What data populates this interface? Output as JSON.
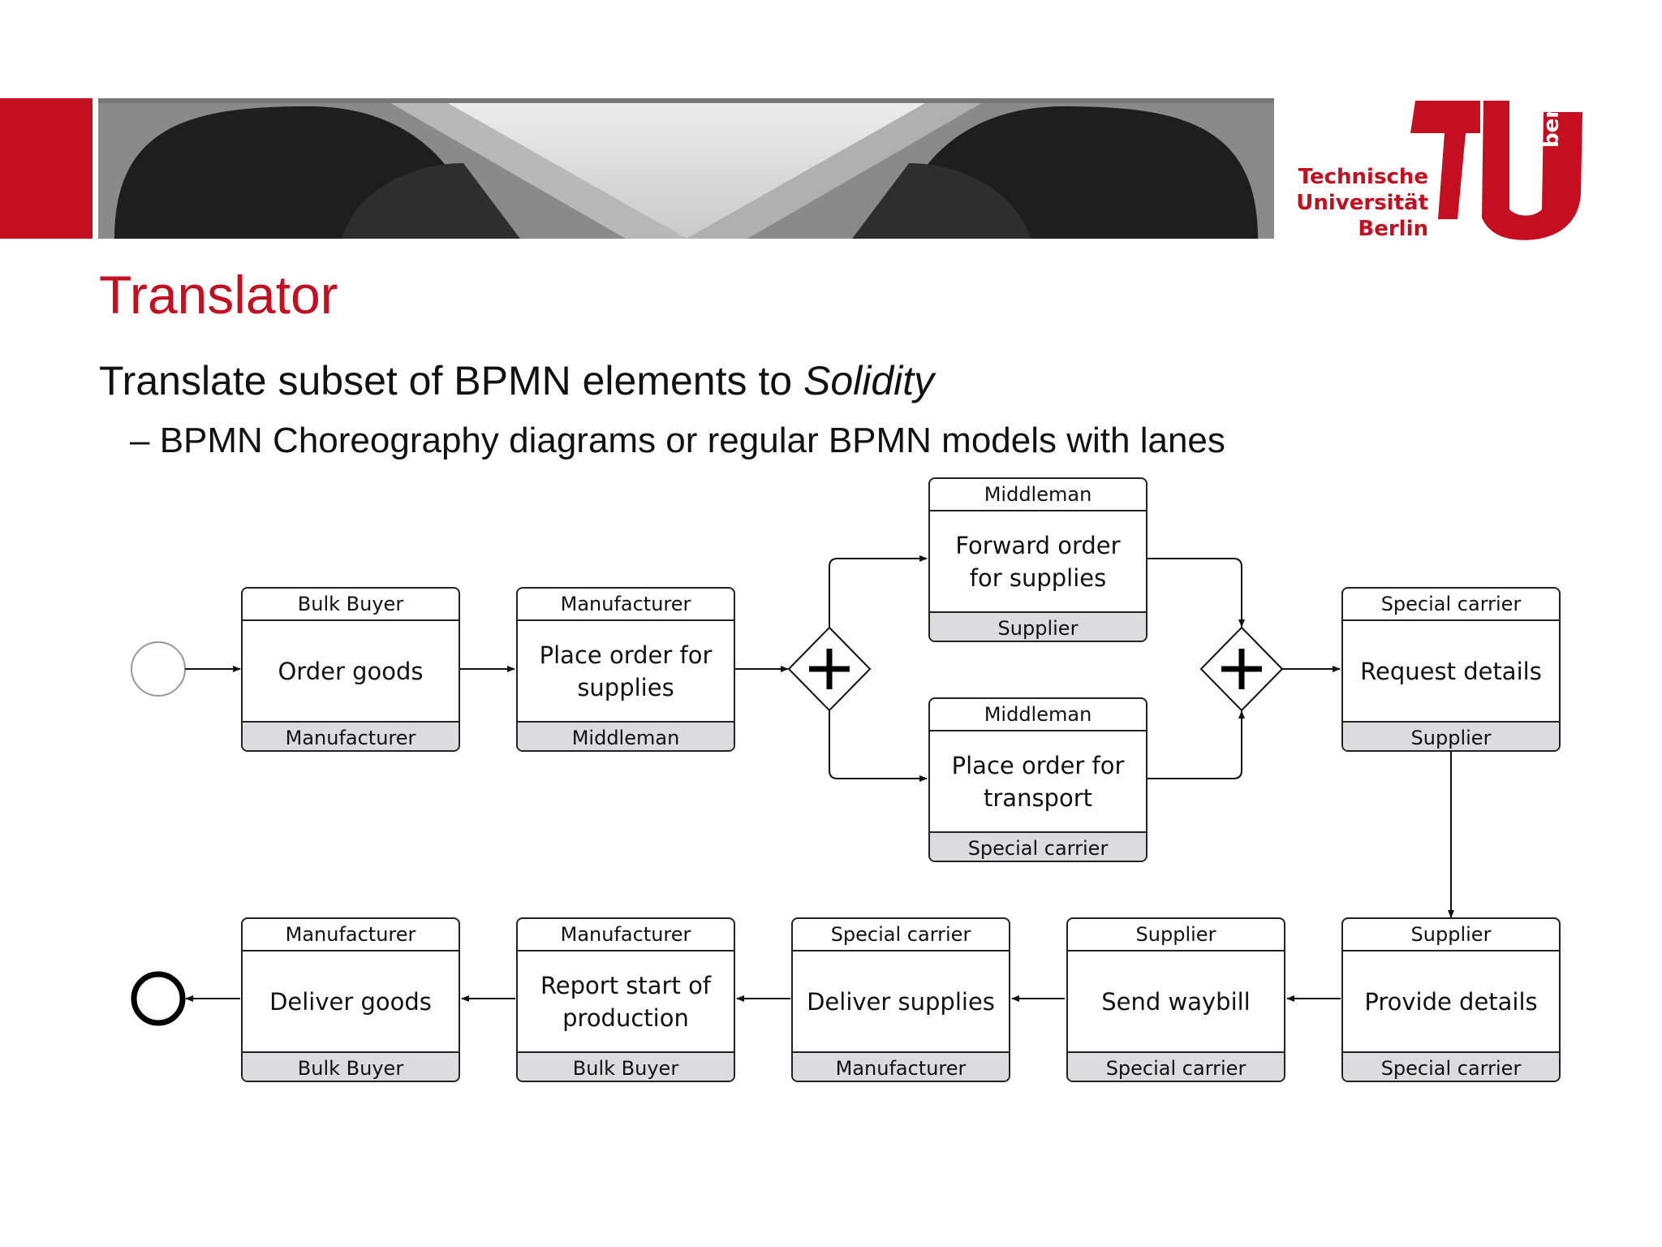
{
  "header": {
    "logo_lines": [
      "Technische",
      "Universität",
      "Berlin"
    ],
    "logo_side": "berlin"
  },
  "slide": {
    "title": "Translator",
    "bullet1_prefix": "Translate subset of BPMN elements to ",
    "bullet1_emph": "Solidity",
    "bullet2": "– BPMN Choreography diagrams or regular BPMN models with lanes"
  },
  "tasks": {
    "t1": {
      "initiator": "Bulk Buyer",
      "name": "Order goods",
      "participant": "Manufacturer"
    },
    "t2": {
      "initiator": "Manufacturer",
      "name": "Place order for supplies",
      "participant": "Middleman"
    },
    "t3": {
      "initiator": "Middleman",
      "name": "Forward order for supplies",
      "participant": "Supplier"
    },
    "t4": {
      "initiator": "Middleman",
      "name": "Place order for transport",
      "participant": "Special carrier"
    },
    "t5": {
      "initiator": "Special carrier",
      "name": "Request details",
      "participant": "Supplier"
    },
    "t6": {
      "initiator": "Supplier",
      "name": "Provide details",
      "participant": "Special carrier"
    },
    "t7": {
      "initiator": "Supplier",
      "name": "Send waybill",
      "participant": "Special carrier"
    },
    "t8": {
      "initiator": "Special carrier",
      "name": "Deliver supplies",
      "participant": "Manufacturer"
    },
    "t9": {
      "initiator": "Manufacturer",
      "name": "Report start of production",
      "participant": "Bulk Buyer"
    },
    "t10": {
      "initiator": "Manufacturer",
      "name": "Deliver goods",
      "participant": "Bulk Buyer"
    }
  }
}
